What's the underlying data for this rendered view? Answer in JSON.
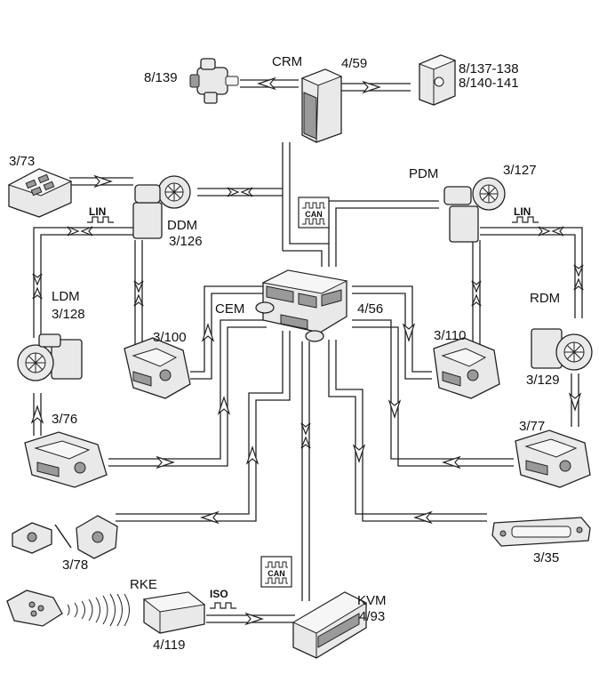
{
  "modules": {
    "crm": {
      "name": "CRM",
      "ref": "4/59"
    },
    "cem": {
      "name": "CEM",
      "ref": "4/56"
    },
    "ddm": {
      "name": "DDM",
      "ref": "3/126"
    },
    "pdm": {
      "name": "PDM",
      "ref": "3/127"
    },
    "ldm": {
      "name": "LDM",
      "ref": "3/128"
    },
    "rdm": {
      "name": "RDM",
      "ref": "3/129"
    },
    "rke": {
      "name": "RKE",
      "ref": "4/119"
    },
    "kvm": {
      "name": "KVM",
      "ref": "4/93"
    }
  },
  "components": {
    "c8_139": "8/139",
    "c8_137": "8/137-138",
    "c8_140": "8/140-141",
    "c3_73": "3/73",
    "c3_100": "3/100",
    "c3_110": "3/110",
    "c3_76": "3/76",
    "c3_77": "3/77",
    "c3_78": "3/78",
    "c3_35": "3/35"
  },
  "bus_labels": {
    "lin": "LIN",
    "can": "CAN",
    "iso": "ISO"
  }
}
